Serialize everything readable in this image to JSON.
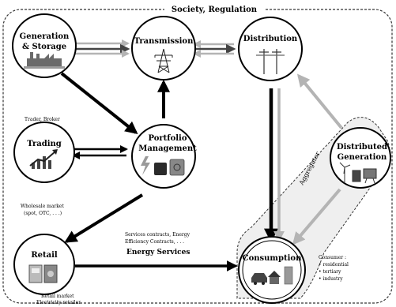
{
  "title": "Society, Regulation",
  "nodes": {
    "generation": {
      "line1": "Generation",
      "line2": "& Storage"
    },
    "transmission": {
      "label": "Transmission"
    },
    "distribution": {
      "label": "Distribution"
    },
    "trading": {
      "label": "Trading"
    },
    "portfolio": {
      "line1": "Portfolio",
      "line2": "Management"
    },
    "distributed": {
      "line1": "Distributed",
      "line2": "Generation"
    },
    "retail": {
      "label": "Retail"
    },
    "consumption": {
      "label": "Consumption"
    }
  },
  "annotations": {
    "trader_broker": "Trader, Broker",
    "wholesale_line1": "Wholesale market",
    "wholesale_line2": "(spot, OTC, . . .)",
    "services_line1": "Services contracts, Energy",
    "services_line2": "Efficiency Contracts, . . .",
    "energy_services": "Energy Services",
    "retail_line1": "Retail market",
    "retail_line2": "Electricity retailer",
    "aggregator": "Aggregator",
    "consumer_title": "Consumer :",
    "consumer_1": "• residential",
    "consumer_2": "• tertiary",
    "consumer_3": "• industry"
  }
}
